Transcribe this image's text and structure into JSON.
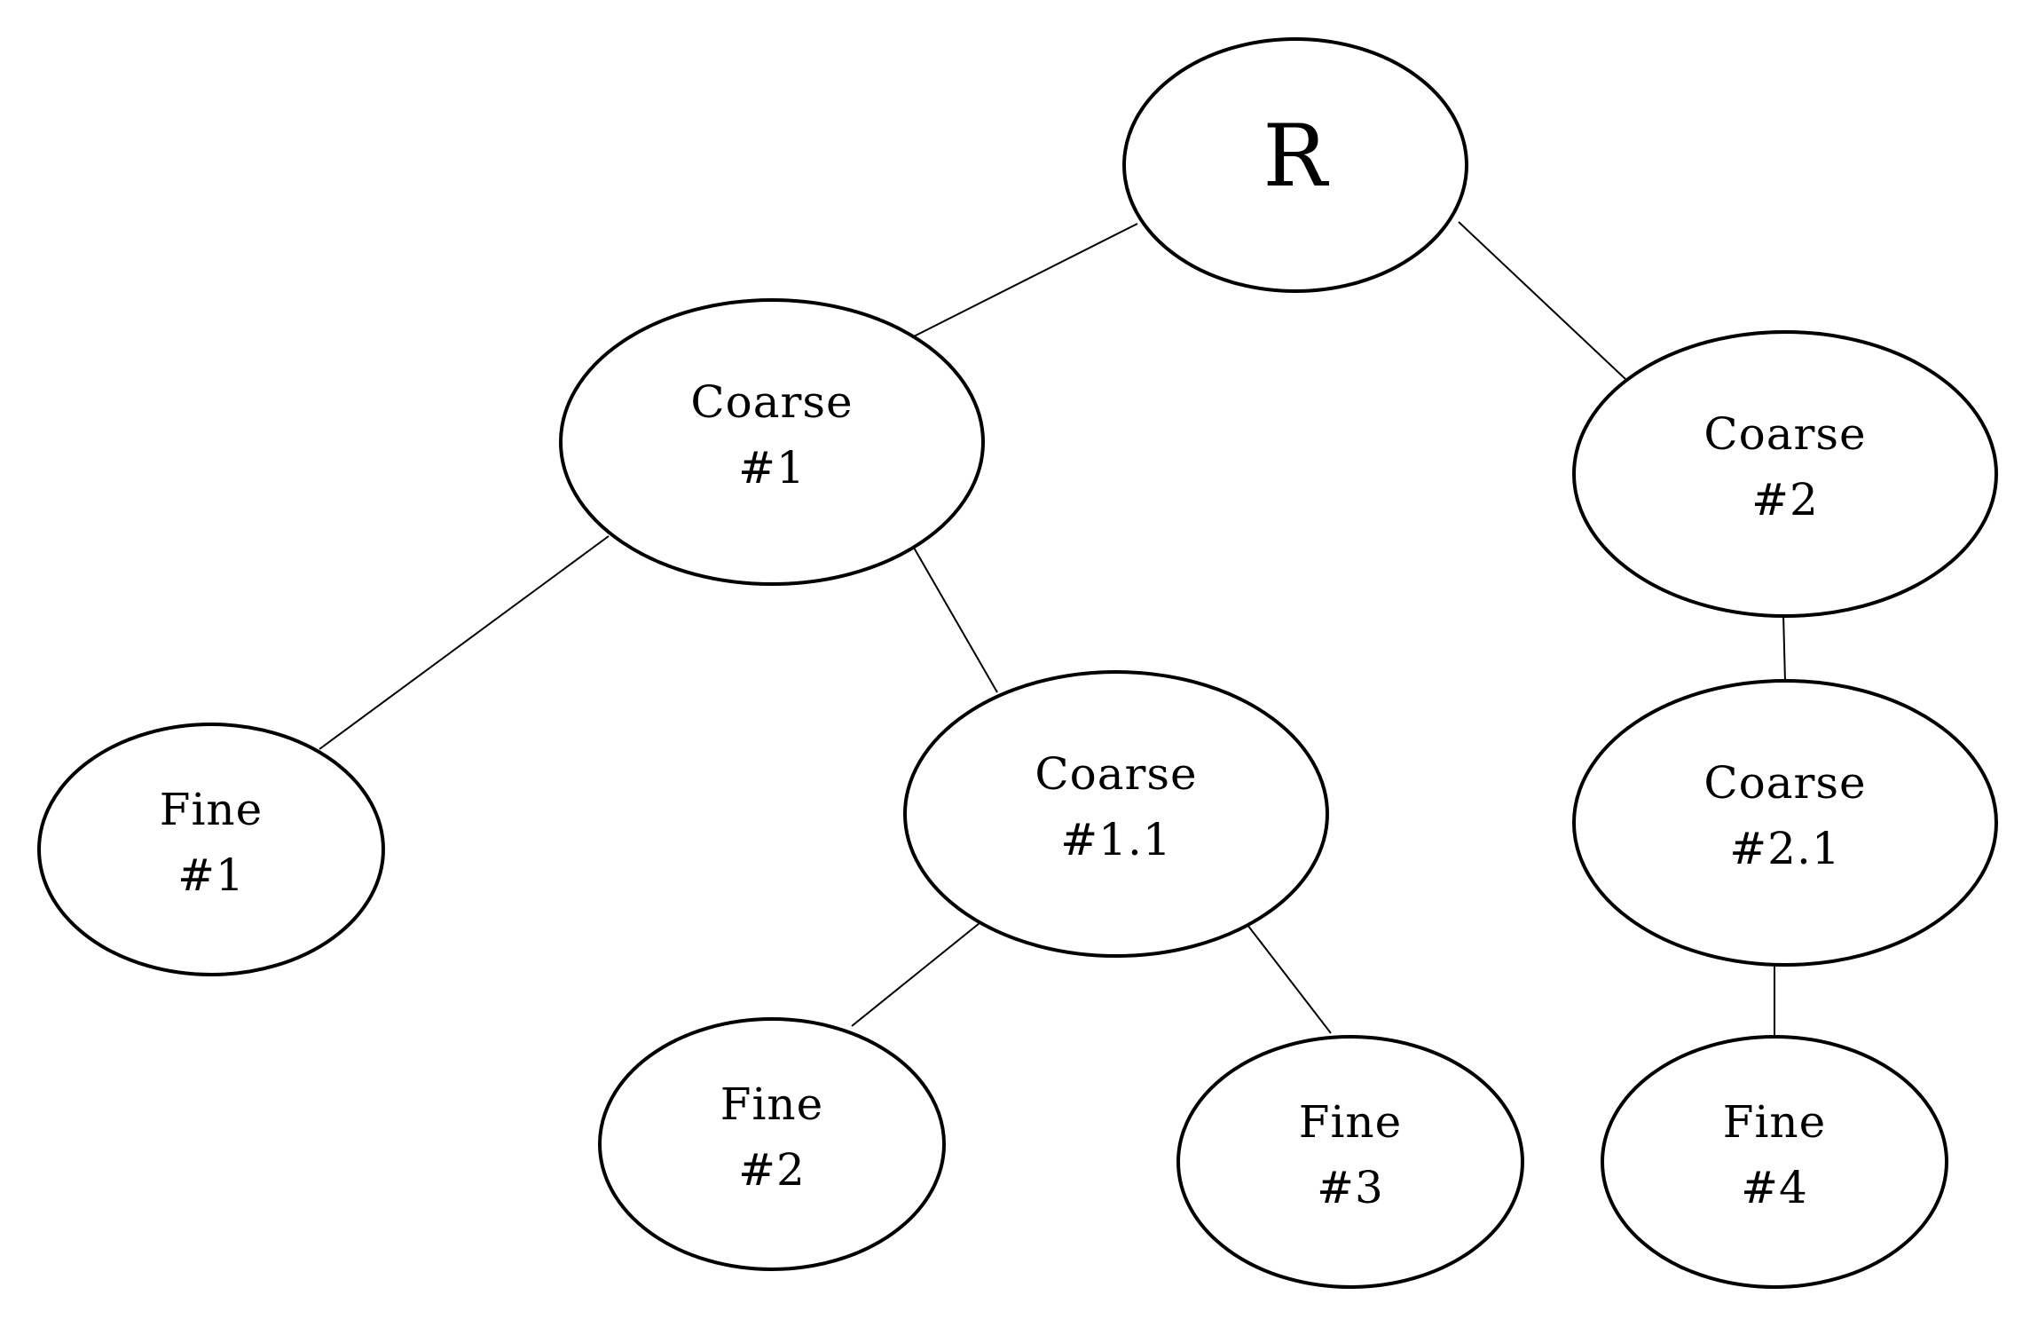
{
  "diagram": {
    "type": "tree",
    "nodes": [
      {
        "id": "root",
        "lines": [
          "R"
        ]
      },
      {
        "id": "coarse-1",
        "lines": [
          "Coarse",
          "#1"
        ]
      },
      {
        "id": "coarse-2",
        "lines": [
          "Coarse",
          "#2"
        ]
      },
      {
        "id": "fine-1",
        "lines": [
          "Fine",
          "#1"
        ]
      },
      {
        "id": "coarse-1-1",
        "lines": [
          "Coarse",
          "#1.1"
        ]
      },
      {
        "id": "coarse-2-1",
        "lines": [
          "Coarse",
          "#2.1"
        ]
      },
      {
        "id": "fine-2",
        "lines": [
          "Fine",
          "#2"
        ]
      },
      {
        "id": "fine-3",
        "lines": [
          "Fine",
          "#3"
        ]
      },
      {
        "id": "fine-4",
        "lines": [
          "Fine",
          "#4"
        ]
      }
    ],
    "edges": [
      {
        "from": "root",
        "to": "coarse-1"
      },
      {
        "from": "root",
        "to": "coarse-2"
      },
      {
        "from": "coarse-1",
        "to": "fine-1"
      },
      {
        "from": "coarse-1",
        "to": "coarse-1-1"
      },
      {
        "from": "coarse-2",
        "to": "coarse-2-1"
      },
      {
        "from": "coarse-1-1",
        "to": "fine-2"
      },
      {
        "from": "coarse-1-1",
        "to": "fine-3"
      },
      {
        "from": "coarse-2-1",
        "to": "fine-4"
      }
    ]
  }
}
